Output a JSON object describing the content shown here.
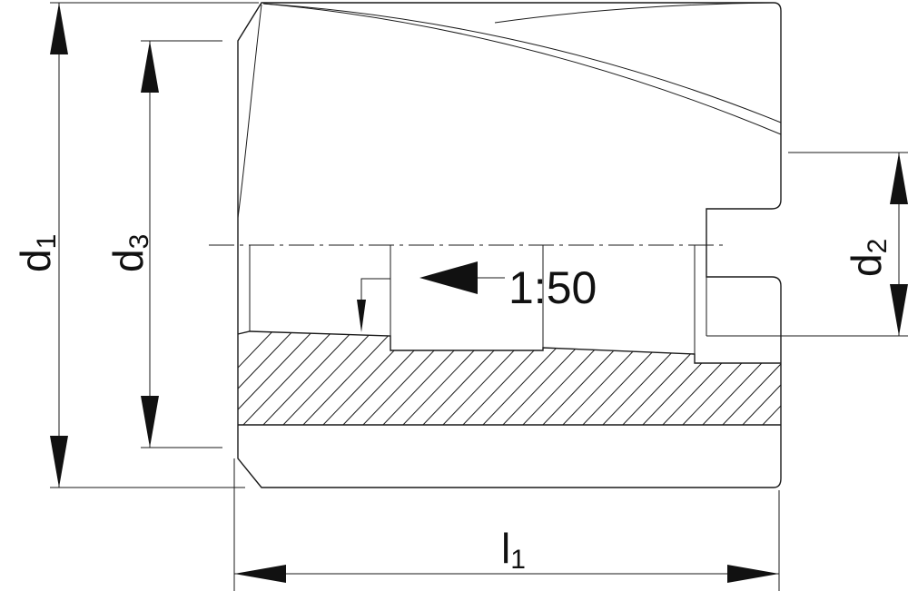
{
  "dimensions": {
    "d1": {
      "main": "d",
      "sub": "1"
    },
    "d2": {
      "main": "d",
      "sub": "2"
    },
    "d3": {
      "main": "d",
      "sub": "3"
    },
    "l1": {
      "main": "l",
      "sub": "1"
    }
  },
  "taper": {
    "label": "1:50"
  },
  "colors": {
    "line": "#1a1a1a",
    "background": "#ffffff"
  }
}
